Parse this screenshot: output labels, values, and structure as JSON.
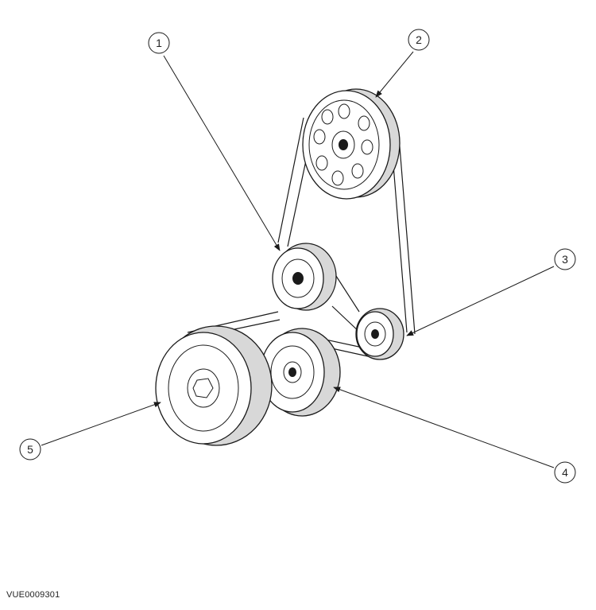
{
  "figure_id": "VUE0009301",
  "callouts": [
    "1",
    "2",
    "3",
    "4",
    "5"
  ],
  "colors": {
    "line": "#1a1a1a",
    "fill": "#ffffff",
    "shade": "#d8d8d8"
  }
}
